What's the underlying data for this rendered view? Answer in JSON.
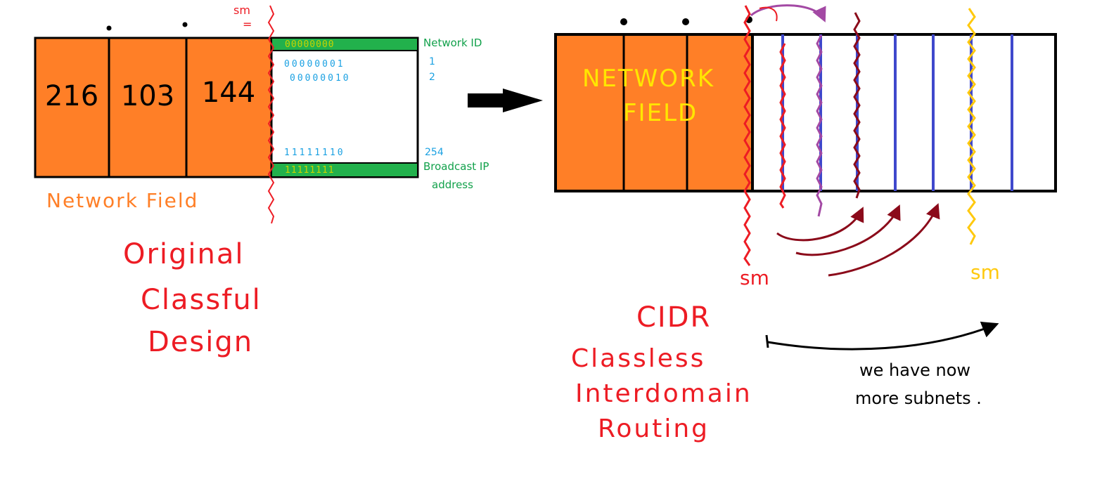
{
  "left": {
    "octets": [
      "216",
      "103",
      "144"
    ],
    "host_bits": {
      "network_id": "00000000",
      "row1": "00000001",
      "row2": "00000010",
      "row254": "11111110",
      "broadcast": "11111111"
    },
    "labels": {
      "network_id": "Network ID",
      "num1": "1",
      "num2": "2",
      "num254": "254",
      "broadcast_line1": "Broadcast IP",
      "broadcast_line2": "address",
      "network_field": "Network Field",
      "sm_marker": "sm",
      "sm_equals": "="
    },
    "caption": [
      "Original",
      "Classful",
      "Design"
    ]
  },
  "right": {
    "network_field_line1": "NETWORK",
    "network_field_line2": "FIELD",
    "sm_red": "sm",
    "sm_yellow": "sm",
    "title": "CIDR",
    "subtitle": [
      "Classless",
      "Interdomain",
      "Routing"
    ],
    "note": [
      "we have now",
      "more subnets ."
    ]
  },
  "colors": {
    "orange": "#ff7f27",
    "green": "#22b14c",
    "red": "#ed1c24",
    "dark_red": "#8b0a1a",
    "purple": "#a349a4",
    "blue": "#3f48cc",
    "yellow": "#ffc90e",
    "text_yellow": "#ffe600"
  }
}
